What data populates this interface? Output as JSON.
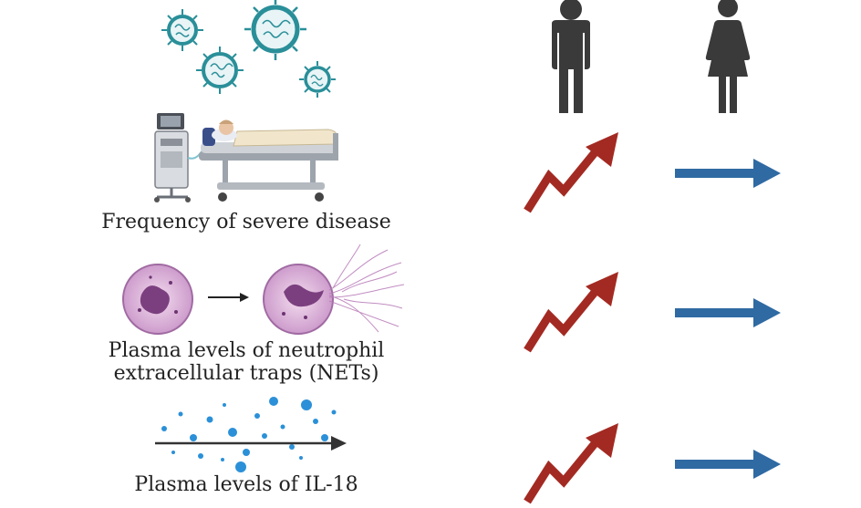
{
  "rows": [
    {
      "label": "Frequency of severe disease",
      "male_trend": "increase",
      "female_trend": "unchanged"
    },
    {
      "label_lines": [
        "Plasma levels of neutrophil",
        "extracellular traps (NETs)"
      ],
      "male_trend": "increase",
      "female_trend": "unchanged"
    },
    {
      "label": "Plasma levels of IL-18",
      "male_trend": "increase",
      "female_trend": "unchanged"
    }
  ],
  "icons": {
    "male": "male-person-icon",
    "female": "female-person-icon",
    "increase": "zigzag-up-arrow-icon",
    "unchanged": "right-arrow-icon"
  },
  "colors": {
    "increase": "#a32a22",
    "unchanged": "#2f6aa3",
    "person": "#3a3a3a",
    "virus": "#2a8f99",
    "cell": "#c995c8",
    "dots": "#2b90d8"
  }
}
